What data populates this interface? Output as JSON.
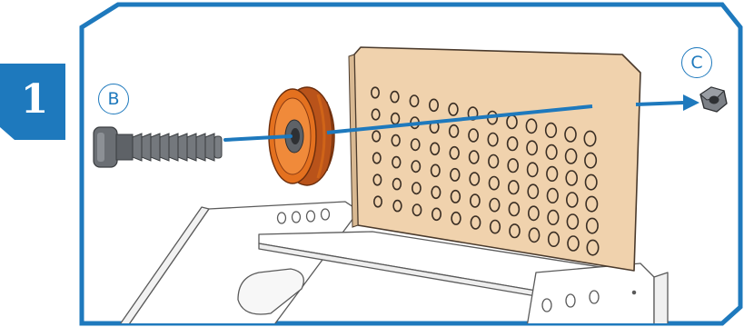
{
  "step": {
    "number": "1"
  },
  "labels": [
    {
      "id": "B",
      "letter": "B",
      "part": "bolt"
    },
    {
      "id": "C",
      "letter": "C",
      "part": "nut"
    }
  ],
  "colors": {
    "frame": "#1e79bd",
    "arrow": "#1e79bd",
    "board": "#f0d2ad",
    "board_edge": "#5a4a3a",
    "pulley": "#e4711f",
    "pulley_dark": "#b9531a",
    "bolt": "#6b6f74",
    "nut": "#7c8086",
    "base": "#ffffff"
  },
  "icons": [
    "step-badge",
    "bolt-icon",
    "pulley-icon",
    "nut-icon",
    "pegboard-icon",
    "assembly-arrow-icon"
  ]
}
